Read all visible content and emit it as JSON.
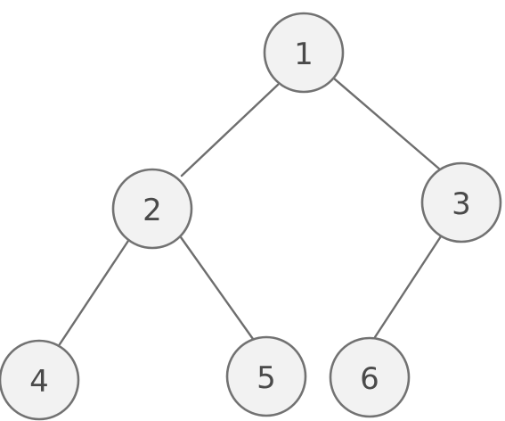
{
  "tree": {
    "nodes": [
      {
        "id": "n1",
        "label": "1"
      },
      {
        "id": "n2",
        "label": "2"
      },
      {
        "id": "n3",
        "label": "3"
      },
      {
        "id": "n4",
        "label": "4"
      },
      {
        "id": "n5",
        "label": "5"
      },
      {
        "id": "n6",
        "label": "6"
      }
    ],
    "edges": [
      {
        "from": "n1",
        "to": "n2"
      },
      {
        "from": "n1",
        "to": "n3"
      },
      {
        "from": "n2",
        "to": "n4"
      },
      {
        "from": "n2",
        "to": "n5"
      },
      {
        "from": "n3",
        "to": "n6"
      }
    ]
  }
}
